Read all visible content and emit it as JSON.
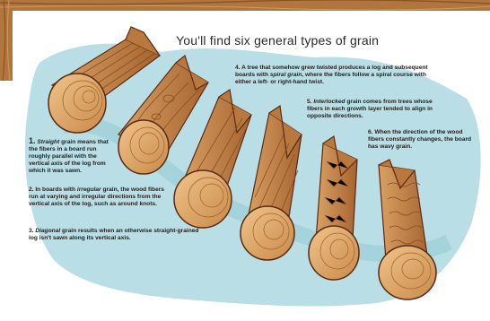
{
  "title": "You'll find six general types of grain",
  "captions": [
    {
      "num": "1.",
      "em": "Straight",
      "rest": " grain means that the fibers in a board run roughly parallel with the vertical axis of the log from which it was sawn."
    },
    {
      "num": "2.",
      "pre": "In boards with ",
      "em": "irregular",
      "rest": " grain, the wood fibers run at varying and irregular directions from the vertical axis of the log, such as around knots."
    },
    {
      "num": "3.",
      "em": "Diagonal",
      "rest": " grain results when an otherwise straight-grained log isn't sawn along its vertical axis."
    },
    {
      "num": "4.",
      "pre": "A tree that somehow grew twisted produces a log and subsequent boards with ",
      "em": "spiral grain",
      "rest": ", where the fibers follow a spiral course with either a left- or right-hand twist."
    },
    {
      "num": "5.",
      "em": "Interlocked",
      "rest": " grain comes from trees whose fibers in each growth layer tended to align in opposite directions."
    },
    {
      "num": "6.",
      "pre": "When the direction of the wood fibers constantly changes, the board has wavy grain.",
      "em": "",
      "rest": ""
    }
  ],
  "colors": {
    "wash": "#9fd3de",
    "wood_light": "#e8b77a",
    "wood_mid": "#c98a4a",
    "wood_dark": "#7a3f1c",
    "bark": "#5a2a12"
  }
}
